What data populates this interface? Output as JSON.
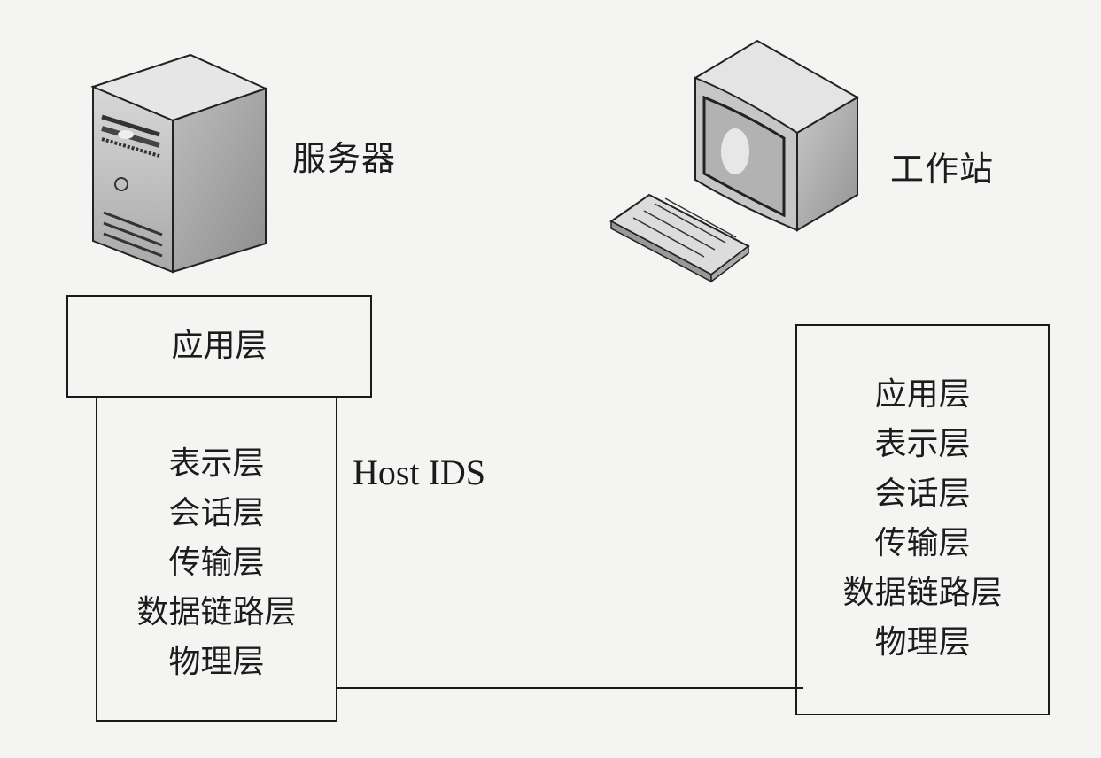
{
  "server": {
    "label": "服务器",
    "icon": "server-tower-icon",
    "top_layer": "应用层",
    "lower_layers": [
      "表示层",
      "会话层",
      "传输层",
      "数据链路层",
      "物理层"
    ]
  },
  "workstation": {
    "label": "工作站",
    "icon": "workstation-computer-icon",
    "layers": [
      "应用层",
      "表示层",
      "会话层",
      "传输层",
      "数据链路层",
      "物理层"
    ]
  },
  "host_ids_label": "Host IDS",
  "connection": "network-link"
}
